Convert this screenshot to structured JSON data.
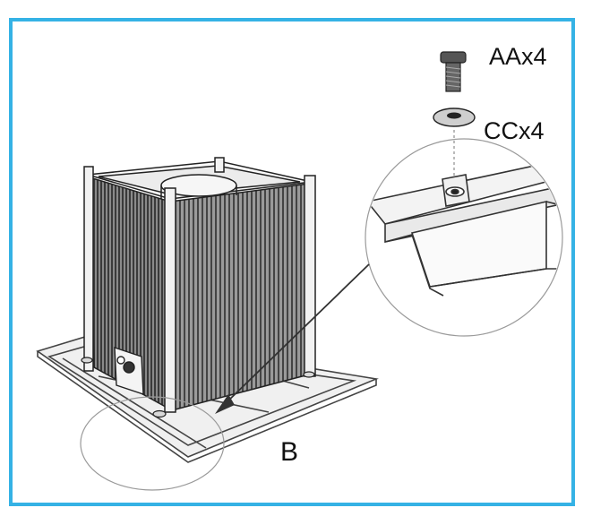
{
  "labels": {
    "bolt": "AAx4",
    "washer": "CCx4",
    "callout": "B"
  },
  "colors": {
    "frame_border": "#35b2e5",
    "line": "#2a2a2a",
    "panel": "#6f6f6f",
    "ground": "#e8e8e8"
  },
  "icons": {
    "bolt": "hex-bolt-icon",
    "washer": "flat-washer-icon"
  }
}
